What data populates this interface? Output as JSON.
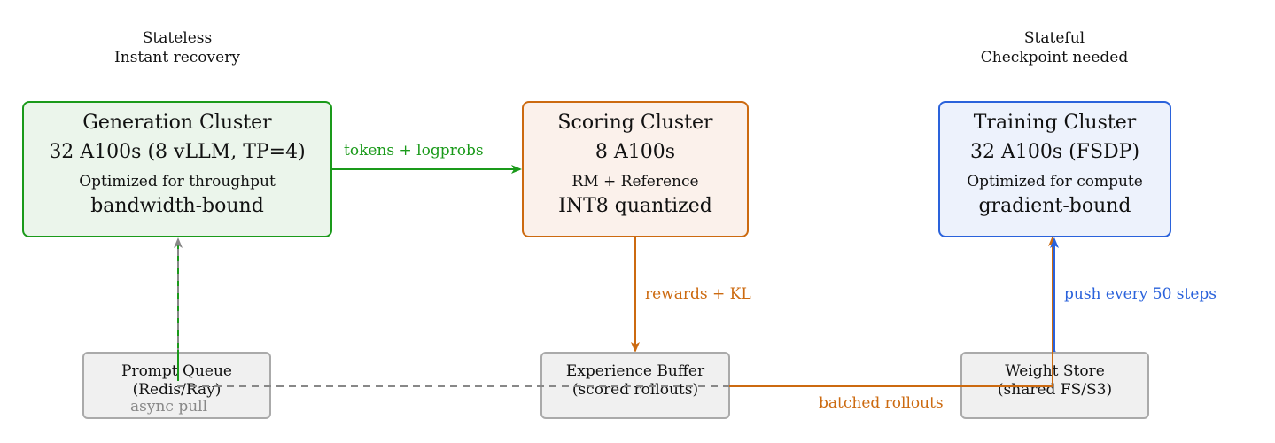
{
  "notes": {
    "generation": {
      "line1": "Stateless",
      "line2": "Instant recovery"
    },
    "training": {
      "line1": "Stateful",
      "line2": "Checkpoint needed"
    }
  },
  "clusters": {
    "generation": {
      "title": "Generation Cluster",
      "hardware": "32 A100s (8 vLLM, TP=4)",
      "note": "Optimized for throughput",
      "bound": "bandwidth-bound",
      "color": "#1a9a1a",
      "fill": "#ebf5eb"
    },
    "scoring": {
      "title": "Scoring Cluster",
      "hardware": "8 A100s",
      "note": "RM + Reference",
      "bound": "INT8 quantized",
      "color": "#cc6a10",
      "fill": "#fbf1eb"
    },
    "training": {
      "title": "Training Cluster",
      "hardware": "32 A100s (FSDP)",
      "note": "Optimized for compute",
      "bound": "gradient-bound",
      "color": "#2a62db",
      "fill": "#edf2fc"
    }
  },
  "stores": {
    "prompt_queue": {
      "line1": "Prompt Queue",
      "line2": "(Redis/Ray)"
    },
    "experience_buffer": {
      "line1": "Experience Buffer",
      "line2": "(scored rollouts)"
    },
    "weight_store": {
      "line1": "Weight Store",
      "line2": "(shared FS/S3)"
    }
  },
  "edges": {
    "tokens": {
      "label": "tokens + logprobs",
      "color": "#1a9a1a"
    },
    "rewards": {
      "label": "rewards + KL",
      "color": "#cc6a10"
    },
    "push": {
      "label": "push every 50 steps",
      "color": "#2a62db"
    },
    "batched": {
      "label": "batched rollouts",
      "color": "#cc6a10"
    },
    "async": {
      "label": "async pull",
      "color": "#888888"
    }
  }
}
